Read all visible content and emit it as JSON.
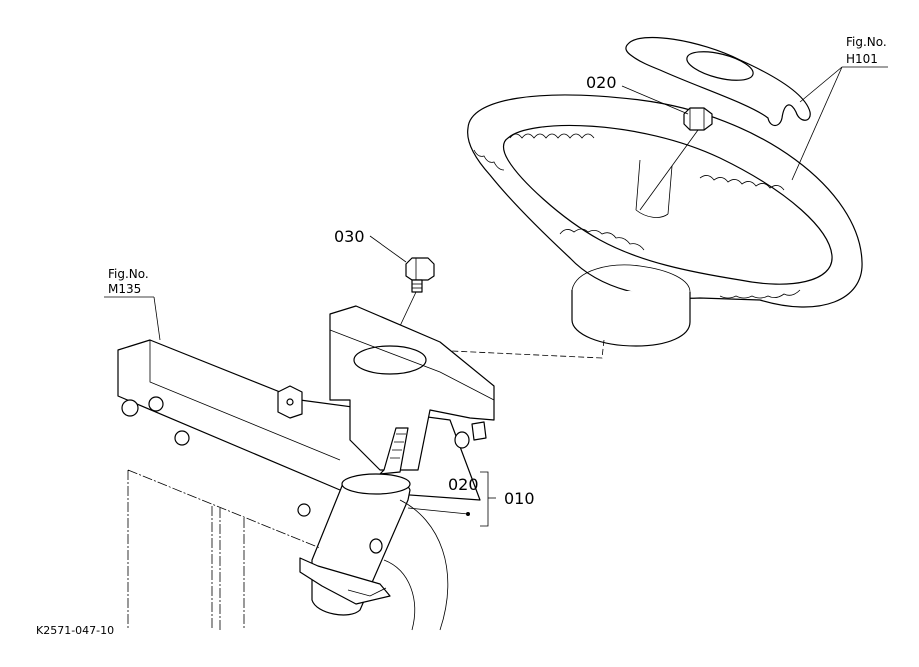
{
  "callouts": {
    "nut": "020",
    "bolt": "030",
    "shaft_nut": "020",
    "assembly": "010"
  },
  "figure_refs": {
    "wheel_fig": "Fig.No.",
    "wheel_no": "H101",
    "frame_fig": "Fig.No.",
    "frame_no": "M135"
  },
  "drawing_code": "K2571-047-10"
}
